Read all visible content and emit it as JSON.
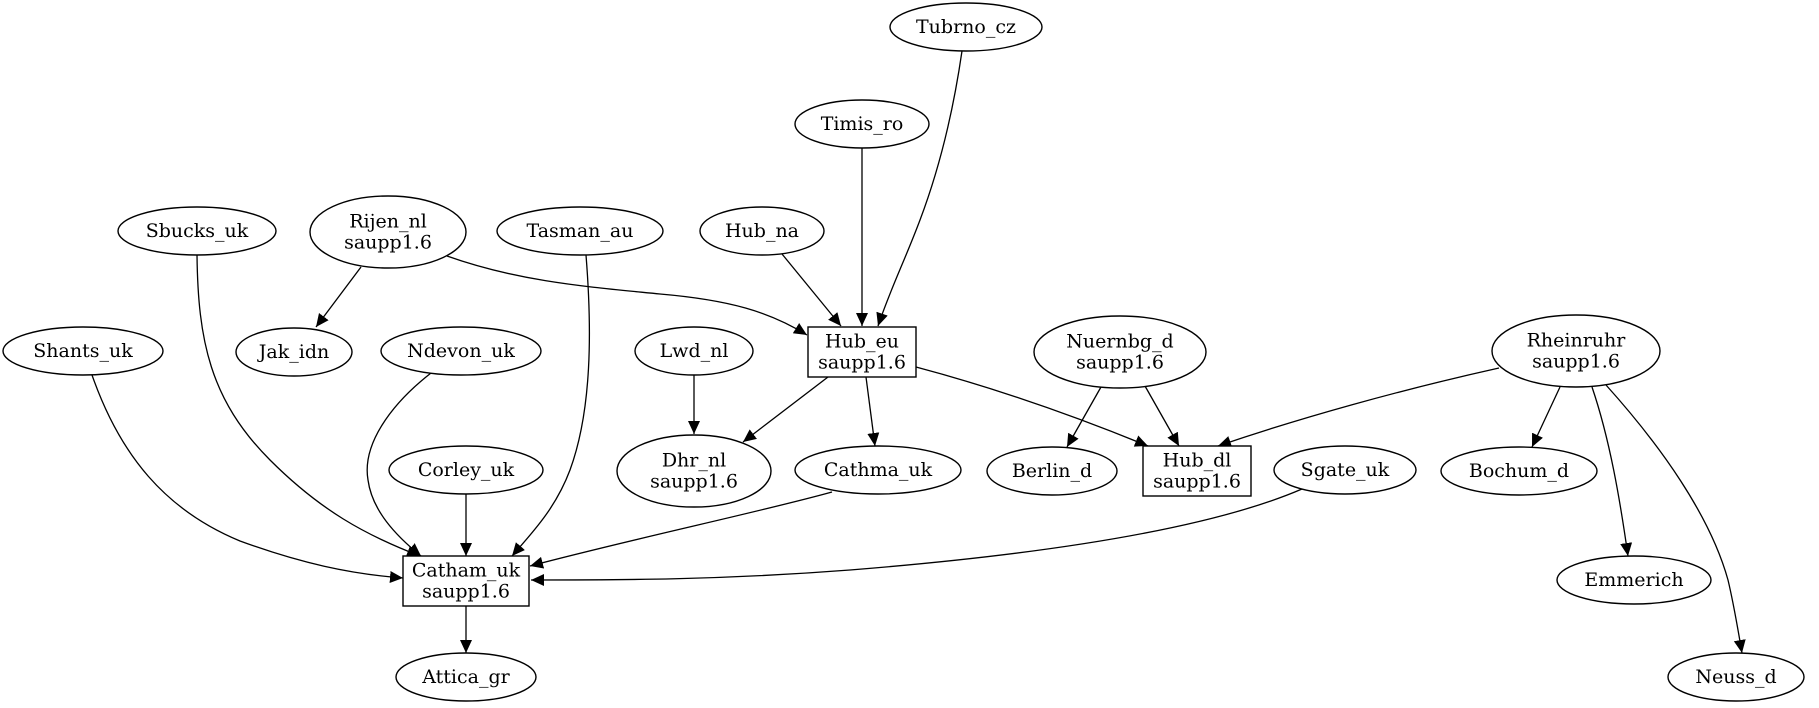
{
  "nodes": [
    {
      "id": "tubrno_cz",
      "lines": [
        "Tubrno_cz"
      ],
      "shape": "ellipse"
    },
    {
      "id": "timis_ro",
      "lines": [
        "Timis_ro"
      ],
      "shape": "ellipse"
    },
    {
      "id": "sbucks_uk",
      "lines": [
        "Sbucks_uk"
      ],
      "shape": "ellipse"
    },
    {
      "id": "rijen_nl",
      "lines": [
        "Rijen_nl",
        "saupp1.6"
      ],
      "shape": "ellipse"
    },
    {
      "id": "tasman_au",
      "lines": [
        "Tasman_au"
      ],
      "shape": "ellipse"
    },
    {
      "id": "hub_na",
      "lines": [
        "Hub_na"
      ],
      "shape": "ellipse"
    },
    {
      "id": "shants_uk",
      "lines": [
        "Shants_uk"
      ],
      "shape": "ellipse"
    },
    {
      "id": "jak_idn",
      "lines": [
        "Jak_idn"
      ],
      "shape": "ellipse"
    },
    {
      "id": "ndevon_uk",
      "lines": [
        "Ndevon_uk"
      ],
      "shape": "ellipse"
    },
    {
      "id": "lwd_nl",
      "lines": [
        "Lwd_nl"
      ],
      "shape": "ellipse"
    },
    {
      "id": "hub_eu",
      "lines": [
        "Hub_eu",
        "saupp1.6"
      ],
      "shape": "box"
    },
    {
      "id": "nuernbg_d",
      "lines": [
        "Nuernbg_d",
        "saupp1.6"
      ],
      "shape": "ellipse"
    },
    {
      "id": "rheinruhr",
      "lines": [
        "Rheinruhr",
        "saupp1.6"
      ],
      "shape": "ellipse"
    },
    {
      "id": "corley_uk",
      "lines": [
        "Corley_uk"
      ],
      "shape": "ellipse"
    },
    {
      "id": "dhr_nl",
      "lines": [
        "Dhr_nl",
        "saupp1.6"
      ],
      "shape": "ellipse"
    },
    {
      "id": "cathma_uk",
      "lines": [
        "Cathma_uk"
      ],
      "shape": "ellipse"
    },
    {
      "id": "berlin_d",
      "lines": [
        "Berlin_d"
      ],
      "shape": "ellipse"
    },
    {
      "id": "hub_dl",
      "lines": [
        "Hub_dl",
        "saupp1.6"
      ],
      "shape": "box"
    },
    {
      "id": "sgate_uk",
      "lines": [
        "Sgate_uk"
      ],
      "shape": "ellipse"
    },
    {
      "id": "bochum_d",
      "lines": [
        "Bochum_d"
      ],
      "shape": "ellipse"
    },
    {
      "id": "catham_uk",
      "lines": [
        "Catham_uk",
        "saupp1.6"
      ],
      "shape": "box"
    },
    {
      "id": "emmerich",
      "lines": [
        "Emmerich"
      ],
      "shape": "ellipse"
    },
    {
      "id": "attica_gr",
      "lines": [
        "Attica_gr"
      ],
      "shape": "ellipse"
    },
    {
      "id": "neuss_d",
      "lines": [
        "Neuss_d"
      ],
      "shape": "ellipse"
    }
  ],
  "edges": [
    {
      "from": "tubrno_cz",
      "to": "hub_eu"
    },
    {
      "from": "timis_ro",
      "to": "hub_eu"
    },
    {
      "from": "hub_na",
      "to": "hub_eu"
    },
    {
      "from": "rijen_nl",
      "to": "hub_eu"
    },
    {
      "from": "rijen_nl",
      "to": "jak_idn"
    },
    {
      "from": "lwd_nl",
      "to": "dhr_nl"
    },
    {
      "from": "hub_eu",
      "to": "dhr_nl"
    },
    {
      "from": "hub_eu",
      "to": "cathma_uk"
    },
    {
      "from": "hub_eu",
      "to": "hub_dl"
    },
    {
      "from": "nuernbg_d",
      "to": "berlin_d"
    },
    {
      "from": "nuernbg_d",
      "to": "hub_dl"
    },
    {
      "from": "rheinruhr",
      "to": "hub_dl"
    },
    {
      "from": "rheinruhr",
      "to": "bochum_d"
    },
    {
      "from": "rheinruhr",
      "to": "emmerich"
    },
    {
      "from": "rheinruhr",
      "to": "neuss_d"
    },
    {
      "from": "shants_uk",
      "to": "catham_uk"
    },
    {
      "from": "sbucks_uk",
      "to": "catham_uk"
    },
    {
      "from": "ndevon_uk",
      "to": "catham_uk"
    },
    {
      "from": "corley_uk",
      "to": "catham_uk"
    },
    {
      "from": "tasman_au",
      "to": "catham_uk"
    },
    {
      "from": "cathma_uk",
      "to": "catham_uk"
    },
    {
      "from": "sgate_uk",
      "to": "catham_uk"
    },
    {
      "from": "catham_uk",
      "to": "attica_gr"
    }
  ]
}
